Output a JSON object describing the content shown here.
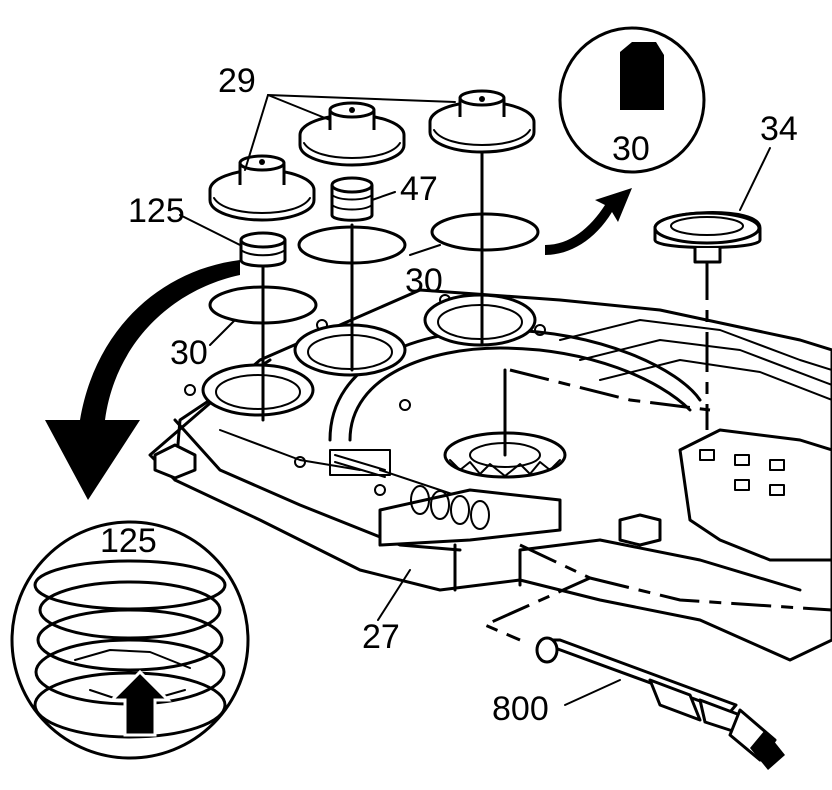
{
  "labels": {
    "piston_29": "29",
    "spring_125": "125",
    "spring_47": "47",
    "seal_30_center": "30",
    "seal_30_left": "30",
    "detail_30": "30",
    "part_34": "34",
    "body_27": "27",
    "tool_800": "800",
    "detail_125": "125"
  },
  "colors": {
    "line": "#000000",
    "background": "#ffffff"
  }
}
